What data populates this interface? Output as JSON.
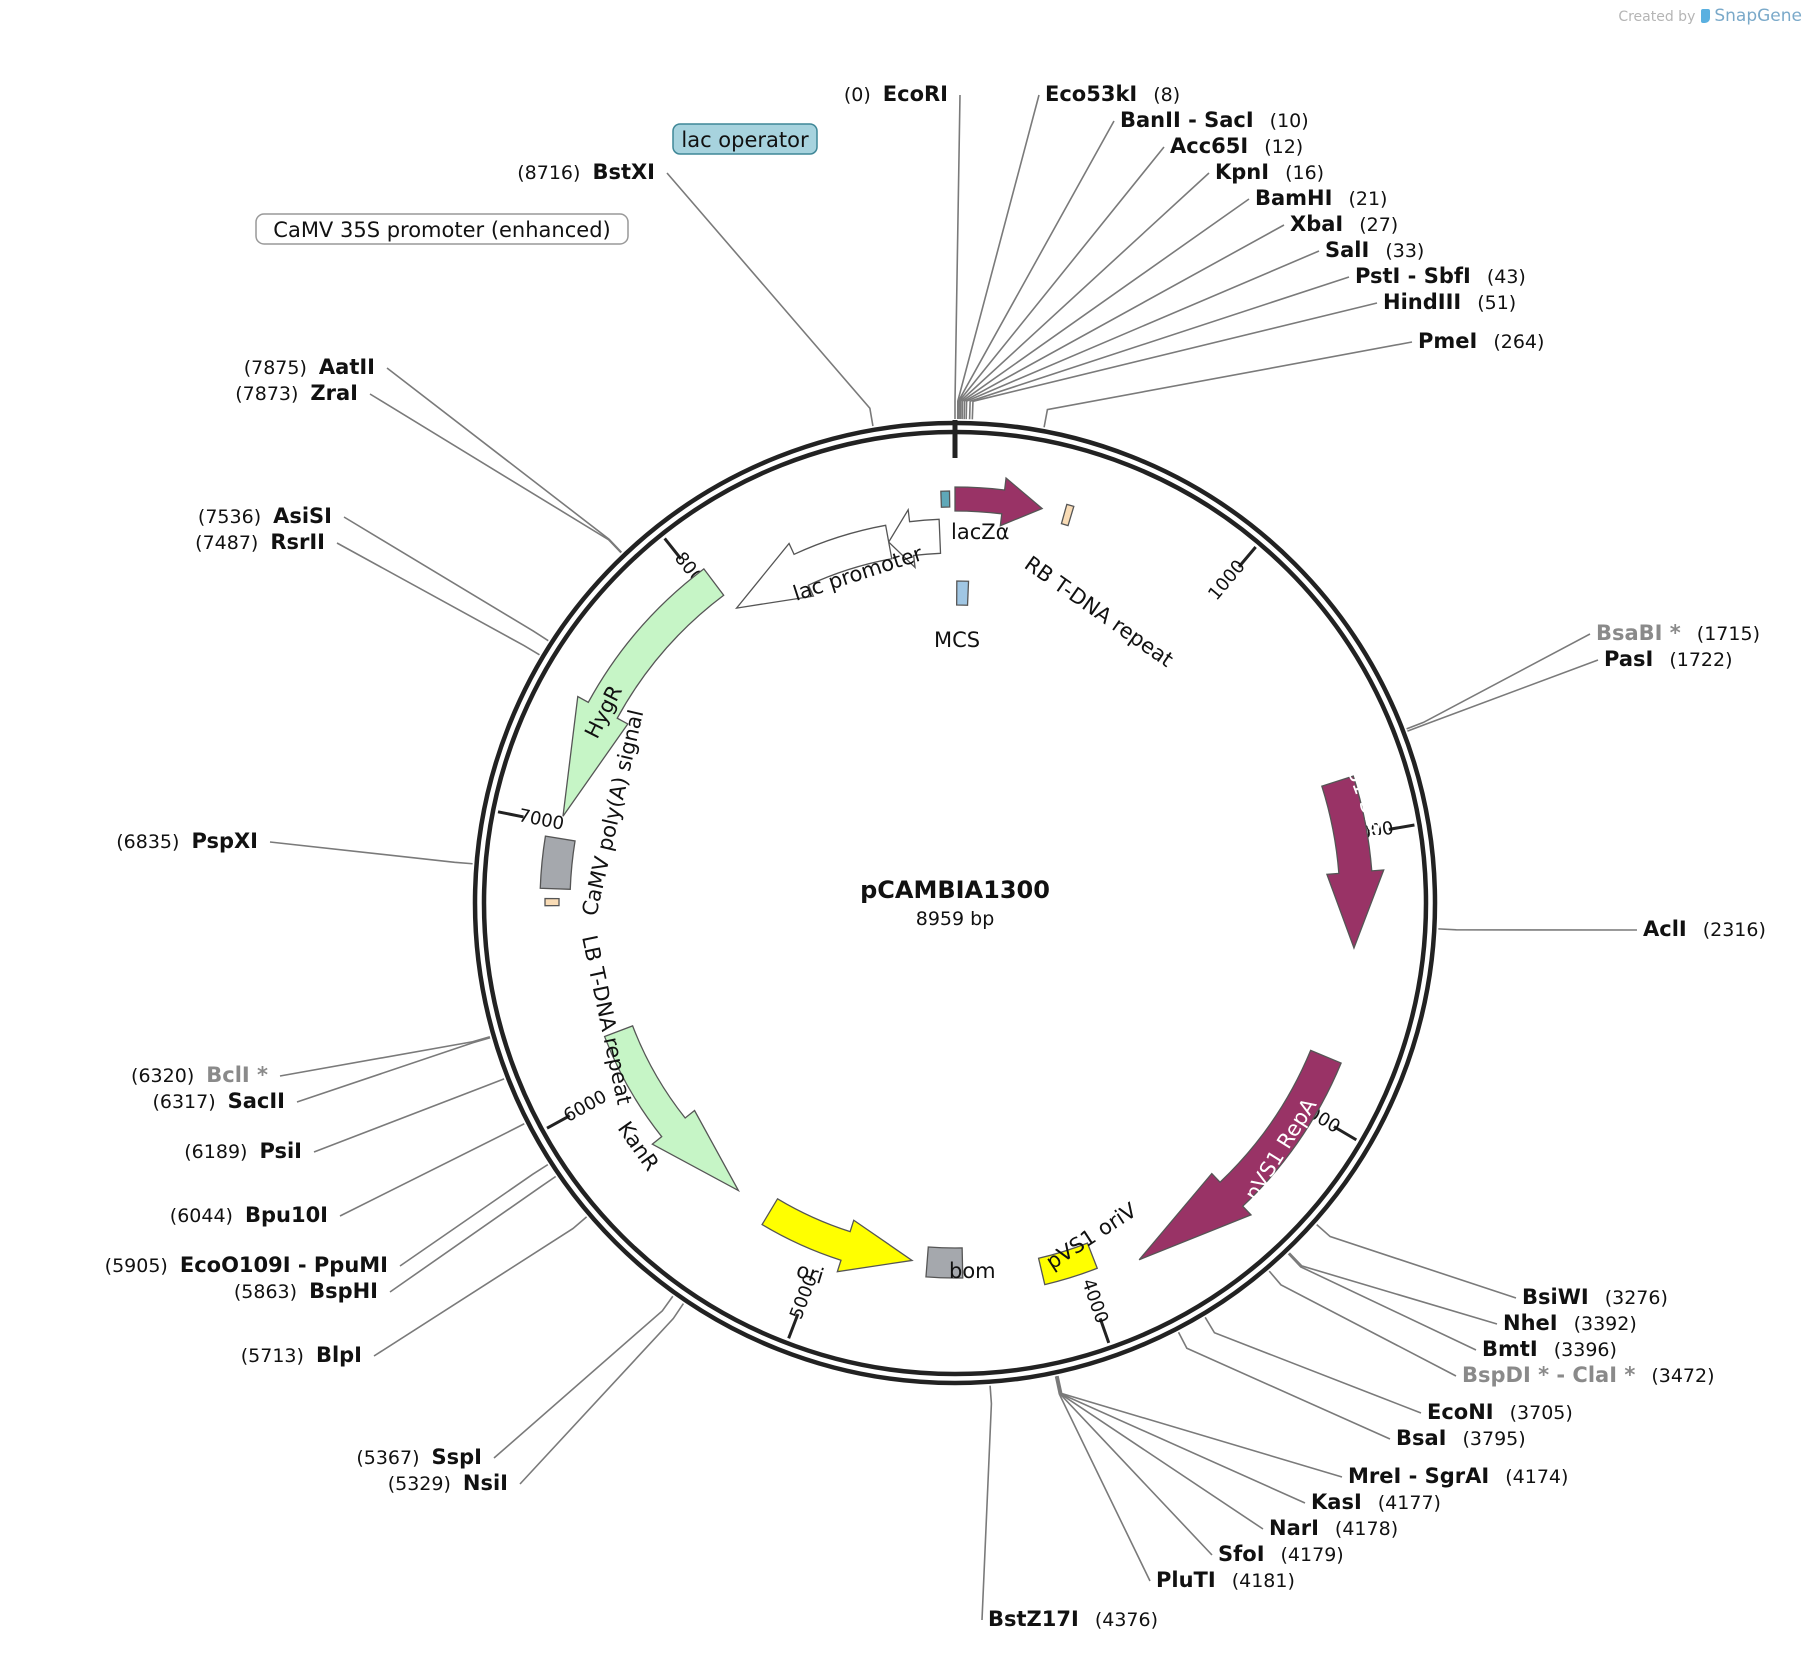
{
  "credit": {
    "prefix": "Created by",
    "brand": "SnapGene",
    "icon": "snapgene-logo-icon"
  },
  "plasmid": {
    "name": "pCAMBIA1300",
    "length_text": "8959 bp",
    "length": 8959
  },
  "ticks": [
    {
      "bp": 1000,
      "label": "1000"
    },
    {
      "bp": 2000,
      "label": "2000"
    },
    {
      "bp": 3000,
      "label": "3000"
    },
    {
      "bp": 4000,
      "label": "4000"
    },
    {
      "bp": 5000,
      "label": "5000"
    },
    {
      "bp": 6000,
      "label": "6000"
    },
    {
      "bp": 7000,
      "label": "7000"
    },
    {
      "bp": 8000,
      "label": "8000"
    }
  ],
  "features": [
    {
      "name": "lacZα",
      "start": 0,
      "end": 310,
      "color": "#993366",
      "direction": "forward",
      "kind": "arrow"
    },
    {
      "name": "RB T-DNA repeat",
      "start": 390,
      "end": 415,
      "color": "#f9dcb6",
      "kind": "box"
    },
    {
      "name": "MCS",
      "start": 8,
      "end": 60,
      "color": "#a0c6e3",
      "kind": "box"
    },
    {
      "name": "lac operator",
      "start": 8910,
      "end": 8940,
      "color": "#5fa8b8",
      "kind": "box"
    },
    {
      "name": "lac promoter",
      "start": 8700,
      "end": 8900,
      "color": "#ffffff",
      "direction": "reverse",
      "kind": "arrow"
    },
    {
      "name": "CaMV 35S promoter (enhanced)",
      "start": 8050,
      "end": 8700,
      "color": "#ffffff",
      "direction": "reverse",
      "kind": "arrow"
    },
    {
      "name": "pVS1 StaA",
      "start": 1800,
      "end": 2400,
      "color": "#993366",
      "direction": "forward",
      "kind": "arrow"
    },
    {
      "name": "pVS1 RepA",
      "start": 2800,
      "end": 3800,
      "color": "#993366",
      "direction": "forward",
      "kind": "arrow"
    },
    {
      "name": "pVS1 oriV",
      "start": 3950,
      "end": 4150,
      "color": "#ffff00",
      "kind": "box"
    },
    {
      "name": "bom",
      "start": 4450,
      "end": 4590,
      "color": "#a5a8ad",
      "kind": "box"
    },
    {
      "name": "ori",
      "start": 4650,
      "end": 5250,
      "color": "#ffff00",
      "direction": "reverse",
      "kind": "arrow"
    },
    {
      "name": "KanR",
      "start": 5400,
      "end": 6200,
      "color": "#c6f5c6",
      "direction": "reverse",
      "kind": "arrow"
    },
    {
      "name": "LB T-DNA repeat",
      "start": 6710,
      "end": 6735,
      "color": "#f9dcb6",
      "kind": "box"
    },
    {
      "name": "CaMV poly(A) signal",
      "start": 6770,
      "end": 6950,
      "color": "#a5a8ad",
      "kind": "box"
    },
    {
      "name": "HygR",
      "start": 7030,
      "end": 8040,
      "color": "#c6f5c6",
      "direction": "reverse",
      "kind": "arrow"
    }
  ],
  "sites": [
    {
      "pos_text": "(0)",
      "name": "EcoRI",
      "bp": 0,
      "side": "left"
    },
    {
      "pos_text": "(8)",
      "name": "Eco53kI",
      "bp": 8,
      "side": "right"
    },
    {
      "pos_text": "(10)",
      "name": "BanII - SacI",
      "bp": 10,
      "side": "right"
    },
    {
      "pos_text": "(12)",
      "name": "Acc65I",
      "bp": 12,
      "side": "right"
    },
    {
      "pos_text": "(16)",
      "name": "KpnI",
      "bp": 16,
      "side": "right"
    },
    {
      "pos_text": "(21)",
      "name": "BamHI",
      "bp": 21,
      "side": "right"
    },
    {
      "pos_text": "(27)",
      "name": "XbaI",
      "bp": 27,
      "side": "right"
    },
    {
      "pos_text": "(33)",
      "name": "SalI",
      "bp": 33,
      "side": "right"
    },
    {
      "pos_text": "(43)",
      "name": "PstI - SbfI",
      "bp": 43,
      "side": "right"
    },
    {
      "pos_text": "(51)",
      "name": "HindIII",
      "bp": 51,
      "side": "right"
    },
    {
      "pos_text": "(264)",
      "name": "PmeI",
      "bp": 264,
      "side": "right"
    },
    {
      "pos_text": "(1715)",
      "name": "BsaBI *",
      "bp": 1715,
      "side": "right",
      "gray": true
    },
    {
      "pos_text": "(1722)",
      "name": "PasI",
      "bp": 1722,
      "side": "right"
    },
    {
      "pos_text": "(2316)",
      "name": "AclI",
      "bp": 2316,
      "side": "right"
    },
    {
      "pos_text": "(3276)",
      "name": "BsiWI",
      "bp": 3276,
      "side": "right"
    },
    {
      "pos_text": "(3392)",
      "name": "NheI",
      "bp": 3392,
      "side": "right"
    },
    {
      "pos_text": "(3396)",
      "name": "BmtI",
      "bp": 3396,
      "side": "right"
    },
    {
      "pos_text": "(3472)",
      "name": "BspDI * - ClaI *",
      "bp": 3472,
      "side": "right",
      "gray": true
    },
    {
      "pos_text": "(3705)",
      "name": "EcoNI",
      "bp": 3705,
      "side": "right"
    },
    {
      "pos_text": "(3795)",
      "name": "BsaI",
      "bp": 3795,
      "side": "right"
    },
    {
      "pos_text": "(4174)",
      "name": "MreI - SgrAI",
      "bp": 4174,
      "side": "right"
    },
    {
      "pos_text": "(4177)",
      "name": "KasI",
      "bp": 4177,
      "side": "right"
    },
    {
      "pos_text": "(4178)",
      "name": "NarI",
      "bp": 4178,
      "side": "right"
    },
    {
      "pos_text": "(4179)",
      "name": "SfoI",
      "bp": 4179,
      "side": "right"
    },
    {
      "pos_text": "(4181)",
      "name": "PluTI",
      "bp": 4181,
      "side": "right"
    },
    {
      "pos_text": "(4376)",
      "name": "BstZ17I",
      "bp": 4376,
      "side": "right"
    },
    {
      "pos_text": "(5329)",
      "name": "NsiI",
      "bp": 5329,
      "side": "left"
    },
    {
      "pos_text": "(5367)",
      "name": "SspI",
      "bp": 5367,
      "side": "left"
    },
    {
      "pos_text": "(5713)",
      "name": "BlpI",
      "bp": 5713,
      "side": "left"
    },
    {
      "pos_text": "(5863)",
      "name": "BspHI",
      "bp": 5863,
      "side": "left"
    },
    {
      "pos_text": "(5905)",
      "name": "EcoO109I - PpuMI",
      "bp": 5905,
      "side": "left"
    },
    {
      "pos_text": "(6044)",
      "name": "Bpu10I",
      "bp": 6044,
      "side": "left"
    },
    {
      "pos_text": "(6189)",
      "name": "PsiI",
      "bp": 6189,
      "side": "left"
    },
    {
      "pos_text": "(6317)",
      "name": "SacII",
      "bp": 6317,
      "side": "left"
    },
    {
      "pos_text": "(6320)",
      "name": "BclI *",
      "bp": 6320,
      "side": "left",
      "gray": true
    },
    {
      "pos_text": "(6835)",
      "name": "PspXI",
      "bp": 6835,
      "side": "left"
    },
    {
      "pos_text": "(7487)",
      "name": "RsrII",
      "bp": 7487,
      "side": "left"
    },
    {
      "pos_text": "(7536)",
      "name": "AsiSI",
      "bp": 7536,
      "side": "left"
    },
    {
      "pos_text": "(7873)",
      "name": "ZraI",
      "bp": 7873,
      "side": "left"
    },
    {
      "pos_text": "(7875)",
      "name": "AatII",
      "bp": 7875,
      "side": "left"
    },
    {
      "pos_text": "(8716)",
      "name": "BstXI",
      "bp": 8716,
      "side": "left"
    }
  ]
}
